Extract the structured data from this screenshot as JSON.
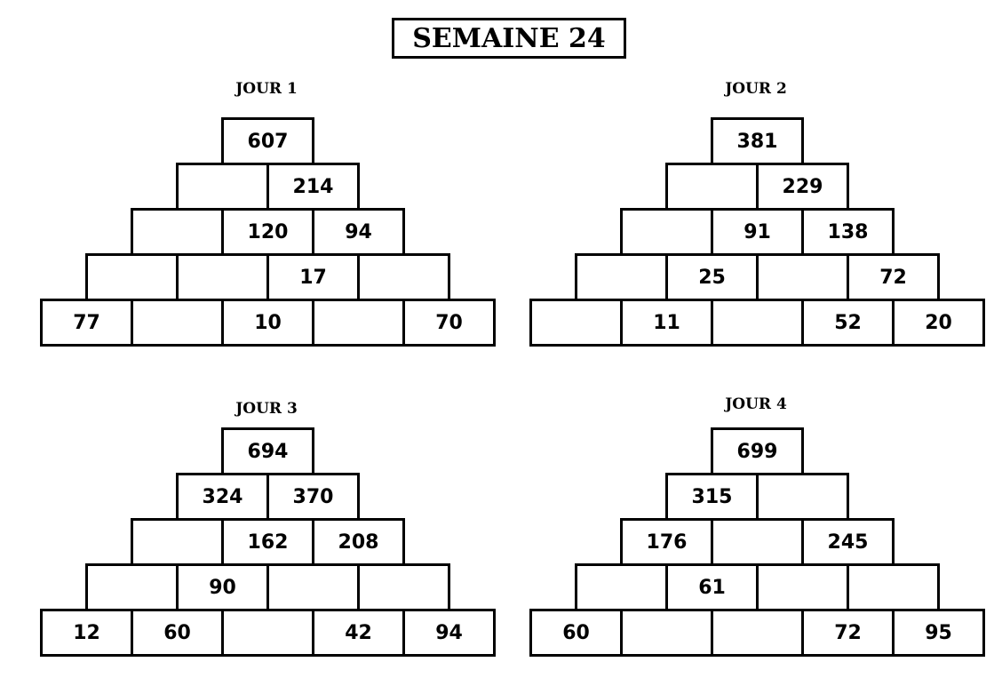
{
  "title": "SEMAINE 24",
  "days": [
    {
      "label": "JOUR 1",
      "rows": [
        [
          "607"
        ],
        [
          "",
          "214"
        ],
        [
          "",
          "120",
          "94"
        ],
        [
          "",
          "",
          "17",
          ""
        ],
        [
          "77",
          "",
          "10",
          "",
          "70"
        ]
      ]
    },
    {
      "label": "JOUR 2",
      "rows": [
        [
          "381"
        ],
        [
          "",
          "229"
        ],
        [
          "",
          "91",
          "138"
        ],
        [
          "",
          "25",
          "",
          "72"
        ],
        [
          "",
          "11",
          "",
          "52",
          "20"
        ]
      ]
    },
    {
      "label": "JOUR 3",
      "rows": [
        [
          "694"
        ],
        [
          "324",
          "370"
        ],
        [
          "",
          "162",
          "208"
        ],
        [
          "",
          "90",
          "",
          ""
        ],
        [
          "12",
          "60",
          "",
          "42",
          "94"
        ]
      ]
    },
    {
      "label": "JOUR 4",
      "rows": [
        [
          "699"
        ],
        [
          "315",
          ""
        ],
        [
          "176",
          "",
          "245"
        ],
        [
          "",
          "61",
          "",
          ""
        ],
        [
          "60",
          "",
          "",
          "72",
          "95"
        ]
      ]
    }
  ]
}
